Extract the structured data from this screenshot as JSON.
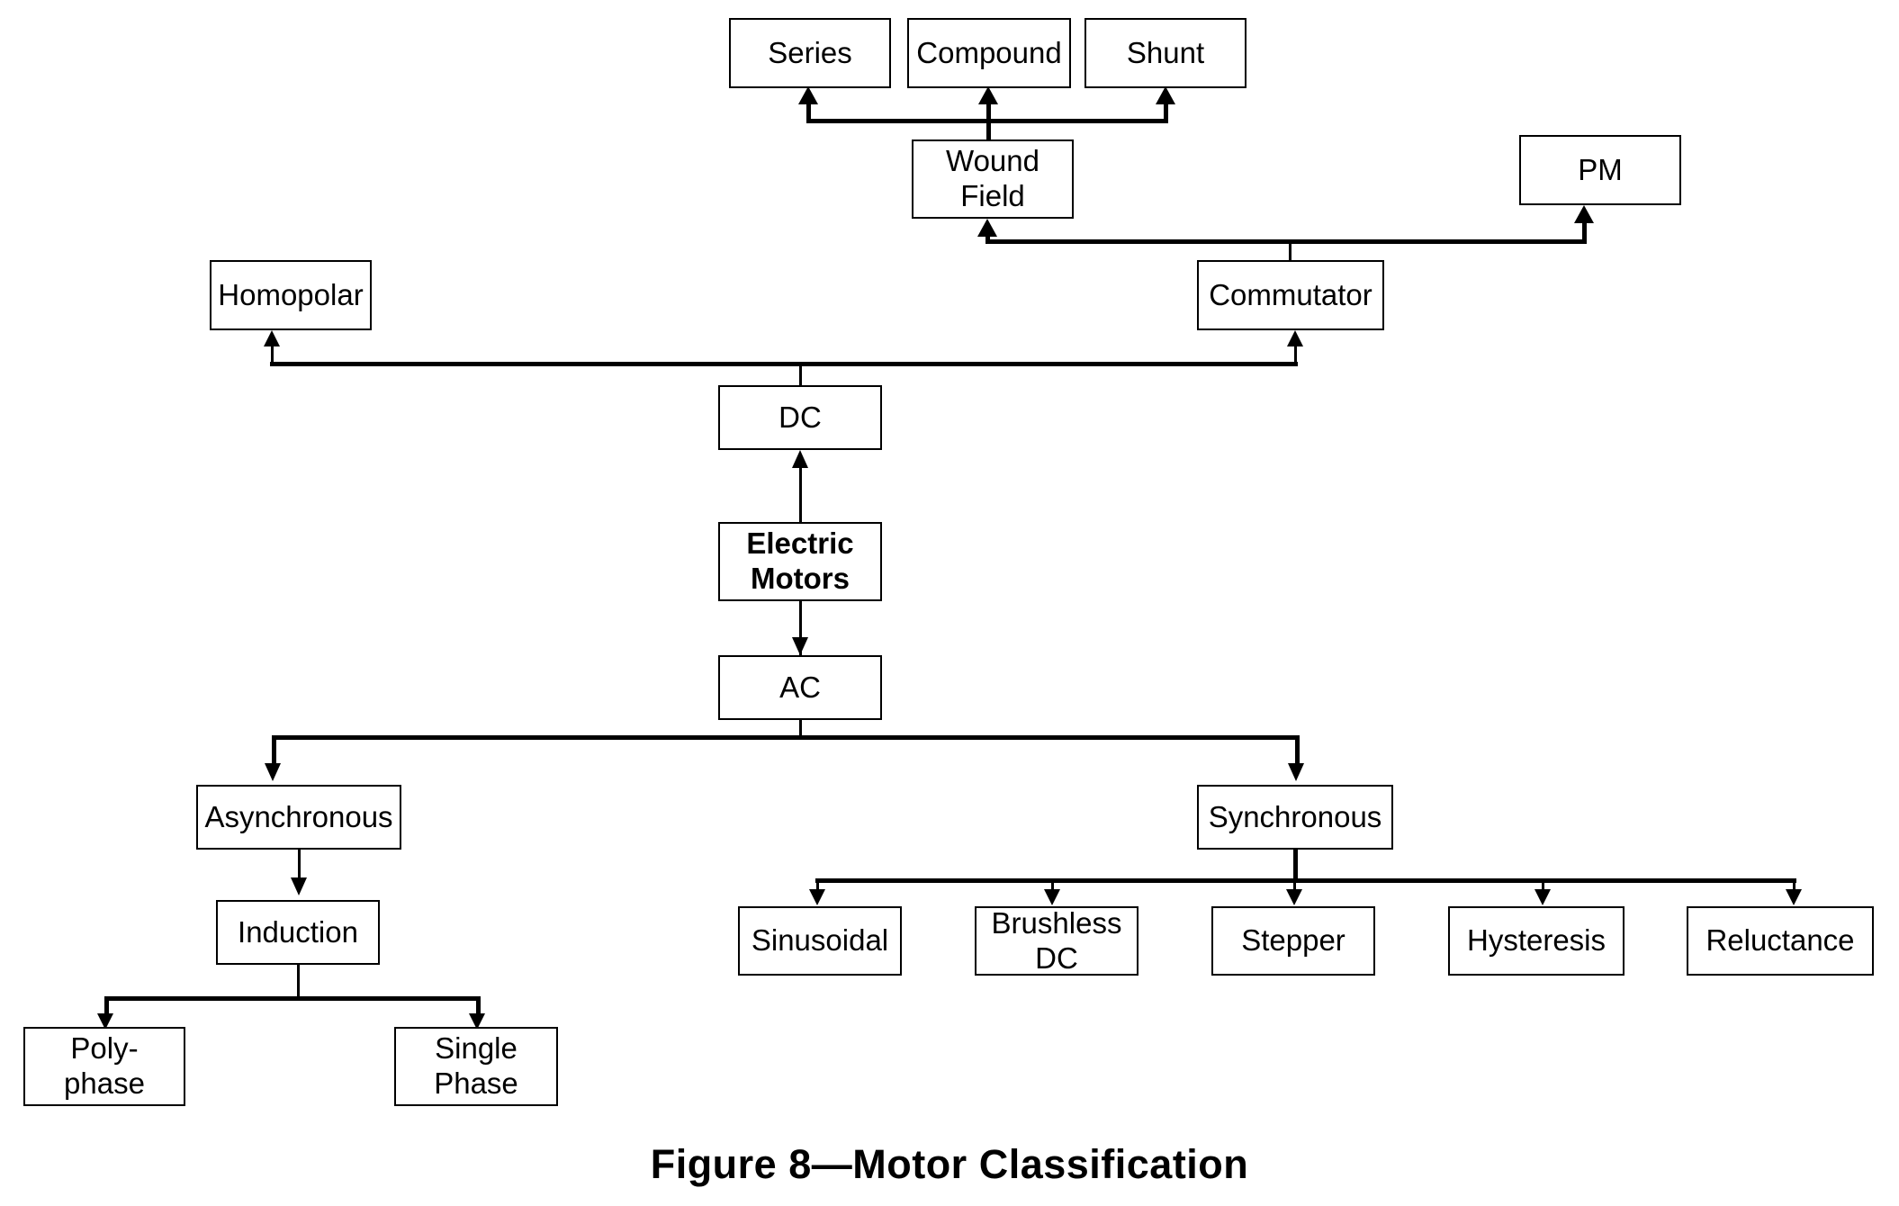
{
  "figure": {
    "caption": "Figure 8—Motor Classification",
    "title": "Motor Classification"
  },
  "colors": {
    "line": "#000000",
    "box_fill": "#ffffff",
    "text": "#000000",
    "background": "#ffffff"
  },
  "nodes": {
    "series": {
      "label": "Series"
    },
    "compound": {
      "label": "Compound"
    },
    "shunt": {
      "label": "Shunt"
    },
    "wound_field": {
      "label": "Wound\nField"
    },
    "pm": {
      "label": "PM"
    },
    "homopolar": {
      "label": "Homopolar"
    },
    "commutator": {
      "label": "Commutator"
    },
    "dc": {
      "label": "DC"
    },
    "electric_motors": {
      "label": "Electric\nMotors"
    },
    "ac": {
      "label": "AC"
    },
    "asynchronous": {
      "label": "Asynchronous"
    },
    "synchronous": {
      "label": "Synchronous"
    },
    "induction": {
      "label": "Induction"
    },
    "polyphase": {
      "label": "Poly-\nphase"
    },
    "single_phase": {
      "label": "Single\nPhase"
    },
    "sinusoidal": {
      "label": "Sinusoidal"
    },
    "brushless_dc": {
      "label": "Brushless\nDC"
    },
    "stepper": {
      "label": "Stepper"
    },
    "hysteresis": {
      "label": "Hysteresis"
    },
    "reluctance": {
      "label": "Reluctance"
    }
  },
  "chart_data": {
    "type": "diagram",
    "title": "Figure 8—Motor Classification",
    "root": "Electric Motors",
    "hierarchy": [
      {
        "name": "Electric Motors",
        "children": [
          {
            "name": "DC",
            "children": [
              {
                "name": "Homopolar",
                "children": []
              },
              {
                "name": "Commutator",
                "children": [
                  {
                    "name": "Wound Field",
                    "children": [
                      {
                        "name": "Series",
                        "children": []
                      },
                      {
                        "name": "Compound",
                        "children": []
                      },
                      {
                        "name": "Shunt",
                        "children": []
                      }
                    ]
                  },
                  {
                    "name": "PM",
                    "children": []
                  }
                ]
              }
            ]
          },
          {
            "name": "AC",
            "children": [
              {
                "name": "Asynchronous",
                "children": [
                  {
                    "name": "Induction",
                    "children": [
                      {
                        "name": "Poly-phase",
                        "children": []
                      },
                      {
                        "name": "Single Phase",
                        "children": []
                      }
                    ]
                  }
                ]
              },
              {
                "name": "Synchronous",
                "children": [
                  {
                    "name": "Sinusoidal",
                    "children": []
                  },
                  {
                    "name": "Brushless DC",
                    "children": []
                  },
                  {
                    "name": "Stepper",
                    "children": []
                  },
                  {
                    "name": "Hysteresis",
                    "children": []
                  },
                  {
                    "name": "Reluctance",
                    "children": []
                  }
                ]
              }
            ]
          }
        ]
      }
    ],
    "edges": [
      {
        "from": "Electric Motors",
        "to": "DC",
        "direction": "up"
      },
      {
        "from": "Electric Motors",
        "to": "AC",
        "direction": "down"
      },
      {
        "from": "DC",
        "to": "Homopolar",
        "direction": "up"
      },
      {
        "from": "DC",
        "to": "Commutator",
        "direction": "up"
      },
      {
        "from": "Commutator",
        "to": "Wound Field",
        "direction": "up"
      },
      {
        "from": "Commutator",
        "to": "PM",
        "direction": "up"
      },
      {
        "from": "Wound Field",
        "to": "Series",
        "direction": "up"
      },
      {
        "from": "Wound Field",
        "to": "Compound",
        "direction": "up"
      },
      {
        "from": "Wound Field",
        "to": "Shunt",
        "direction": "up"
      },
      {
        "from": "AC",
        "to": "Asynchronous",
        "direction": "down"
      },
      {
        "from": "AC",
        "to": "Synchronous",
        "direction": "down"
      },
      {
        "from": "Asynchronous",
        "to": "Induction",
        "direction": "down"
      },
      {
        "from": "Induction",
        "to": "Poly-phase",
        "direction": "down"
      },
      {
        "from": "Induction",
        "to": "Single Phase",
        "direction": "down"
      },
      {
        "from": "Synchronous",
        "to": "Sinusoidal",
        "direction": "down"
      },
      {
        "from": "Synchronous",
        "to": "Brushless DC",
        "direction": "down"
      },
      {
        "from": "Synchronous",
        "to": "Stepper",
        "direction": "down"
      },
      {
        "from": "Synchronous",
        "to": "Hysteresis",
        "direction": "down"
      },
      {
        "from": "Synchronous",
        "to": "Reluctance",
        "direction": "down"
      }
    ],
    "node_count": 20,
    "edge_count": 19
  }
}
